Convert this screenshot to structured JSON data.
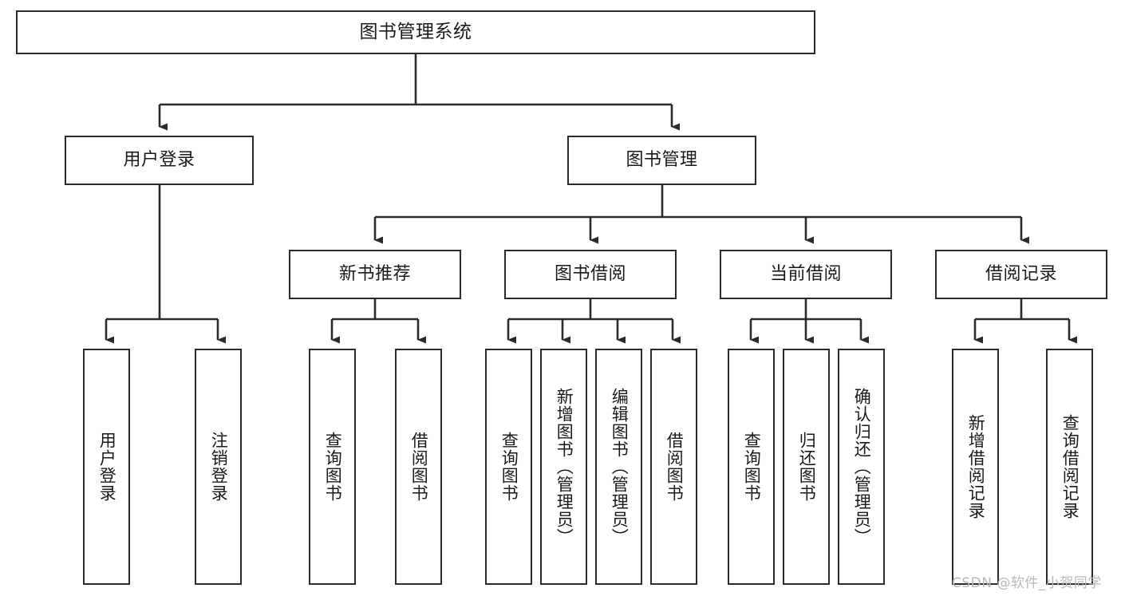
{
  "diagram": {
    "title": "图书管理系统",
    "type": "tree",
    "stroke_color": "#2b2b2b",
    "fill_color": "#ffffff",
    "text_color": "#1a1a1a",
    "levels": {
      "root": {
        "label": "图书管理系统"
      },
      "level2": [
        {
          "label": "用户登录"
        },
        {
          "label": "图书管理"
        }
      ],
      "level3": [
        {
          "label": "新书推荐"
        },
        {
          "label": "图书借阅"
        },
        {
          "label": "当前借阅"
        },
        {
          "label": "借阅记录"
        }
      ],
      "leaves": {
        "user_login": [
          {
            "label": "用户登录"
          },
          {
            "label": "注销登录"
          }
        ],
        "new_book_recommend": [
          {
            "label": "查询图书"
          },
          {
            "label": "借阅图书"
          }
        ],
        "book_borrow": [
          {
            "label": "查询图书"
          },
          {
            "label": "新增图书（管理员）"
          },
          {
            "label": "编辑图书（管理员）"
          },
          {
            "label": "借阅图书"
          }
        ],
        "current_borrow": [
          {
            "label": "查询图书"
          },
          {
            "label": "归还图书"
          },
          {
            "label": "确认归还（管理员）"
          }
        ],
        "borrow_record": [
          {
            "label": "新增借阅记录"
          },
          {
            "label": "查询借阅记录"
          }
        ]
      }
    }
  },
  "watermark": {
    "text": "CSDN @软件_小贺同学"
  }
}
